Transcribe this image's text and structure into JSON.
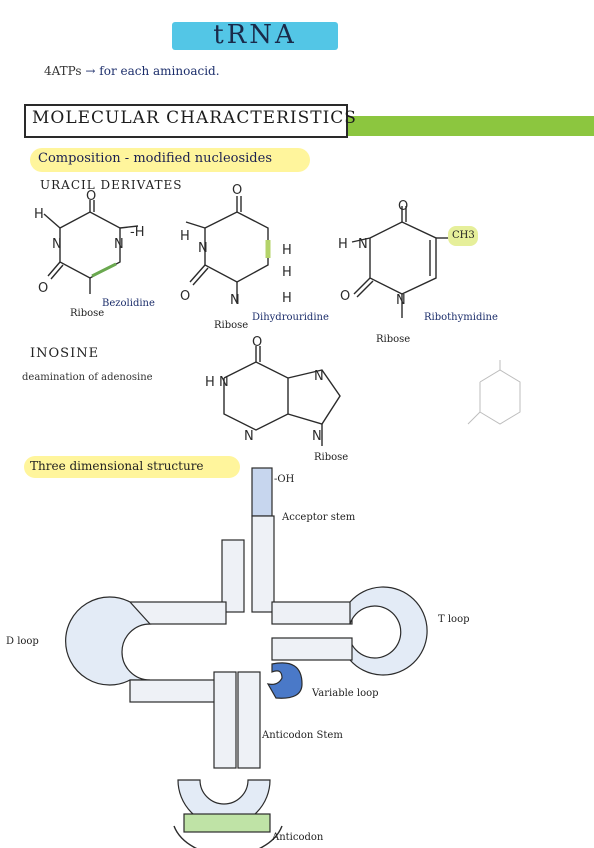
{
  "title": "tRNA",
  "note": {
    "text": "4ATPs",
    "arrow": "→",
    "suffix": "for each aminoacid."
  },
  "section_title": "MOLECULAR CHARACTERISTICS",
  "composition_heading": "Composition - modified nucleosides",
  "uracil_heading": "URACIL DERIVATES",
  "structures": {
    "dihydro_label": "Bezolidine",
    "ribose": "Ribose",
    "dihydrouridine": "Dihydrouridine",
    "ribothymidine": "Ribothymidine",
    "ch3": "CH3"
  },
  "inosine_heading": "INOSINE",
  "inosine_desc": "deamination of adenosine",
  "three_d_heading": "Three dimensional structure",
  "trna_labels": {
    "oh": "-OH",
    "acceptor": "Acceptor stem",
    "t_loop": "T loop",
    "d_loop": "D loop",
    "variable": "Variable loop",
    "anticodon_stem": "Anticodon Stem",
    "anticodon": "Anticodon"
  },
  "colors": {
    "title_highlight": "#53c6e6",
    "section_accent": "#8cc63f",
    "yellow_highlight": "#fff59c",
    "blue_highlight": "#4a79c8"
  }
}
